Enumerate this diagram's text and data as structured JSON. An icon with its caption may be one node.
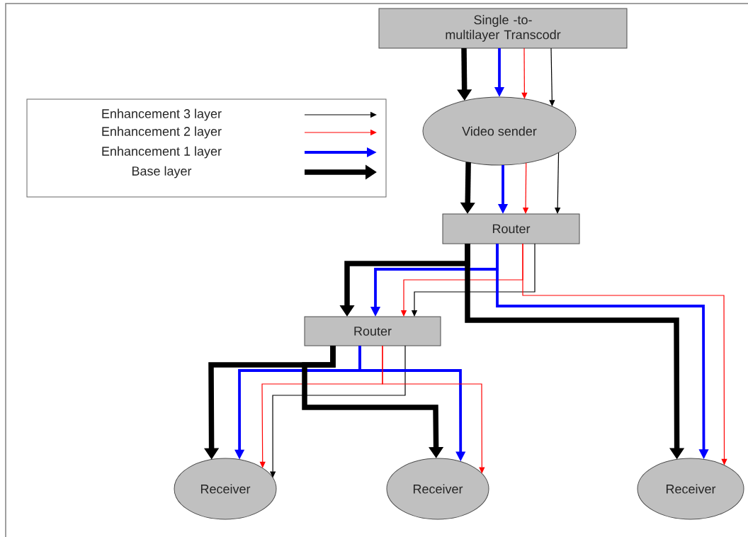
{
  "diagram": {
    "nodes": [
      {
        "text": [
          "Single -to-multilayer Transcodr"
        ]
      },
      {
        "text": [
          "Video sender"
        ]
      },
      {
        "text": [
          "Router"
        ]
      },
      {
        "text": [
          "Router"
        ]
      },
      {
        "text": [
          "Receiver"
        ]
      },
      {
        "text": [
          "Receiver"
        ]
      },
      {
        "text": [
          "Receiver"
        ]
      }
    ],
    "edges": [
      {
        "from": 0,
        "to": 1,
        "arrow": "to",
        "style": "thick"
      },
      {
        "from": 0,
        "to": 1,
        "arrow": "to",
        "color": "#0000ff"
      },
      {
        "from": 0,
        "to": 1,
        "arrow": "to",
        "color": "#ff0000"
      },
      {
        "from": 0,
        "to": 1,
        "arrow": "to"
      },
      {
        "from": 1,
        "to": 2,
        "arrow": "to",
        "style": "thick"
      },
      {
        "from": 1,
        "to": 2,
        "arrow": "to",
        "color": "#0000ff"
      },
      {
        "from": 1,
        "to": 2,
        "arrow": "to",
        "color": "#ff0000"
      },
      {
        "from": 1,
        "to": 2,
        "arrow": "to"
      },
      {
        "from": 2,
        "to": 3,
        "arrow": "to",
        "style": "thick"
      },
      {
        "from": 2,
        "to": 3,
        "arrow": "to",
        "color": "#0000ff"
      },
      {
        "from": 2,
        "to": 3,
        "arrow": "to",
        "color": "#ff0000"
      },
      {
        "from": 2,
        "to": 3,
        "arrow": "to"
      },
      {
        "from": 2,
        "to": 6,
        "arrow": "to",
        "style": "thick"
      },
      {
        "from": 2,
        "to": 6,
        "arrow": "to",
        "color": "#0000ff"
      },
      {
        "from": 2,
        "to": 6,
        "arrow": "to",
        "color": "#ff0000"
      },
      {
        "from": 3,
        "to": 4,
        "arrow": "to",
        "style": "thick"
      },
      {
        "from": 3,
        "to": 4,
        "arrow": "to",
        "color": "#0000ff"
      },
      {
        "from": 3,
        "to": 4,
        "arrow": "to",
        "color": "#ff0000"
      },
      {
        "from": 3,
        "to": 4,
        "arrow": "to"
      },
      {
        "from": 3,
        "to": 5,
        "arrow": "to",
        "style": "thick"
      },
      {
        "from": 3,
        "to": 5,
        "arrow": "to",
        "color": "#0000ff"
      },
      {
        "from": 3,
        "to": 5,
        "arrow": "to",
        "color": "#ff0000"
      }
    ],
    "legend": [
      {
        "text": "Enhancement 3  layer"
      },
      {
        "text": "Enhancement 2  layer"
      },
      {
        "text": "Enhancement 1  layer"
      },
      {
        "text": "Base layer"
      }
    ]
  }
}
